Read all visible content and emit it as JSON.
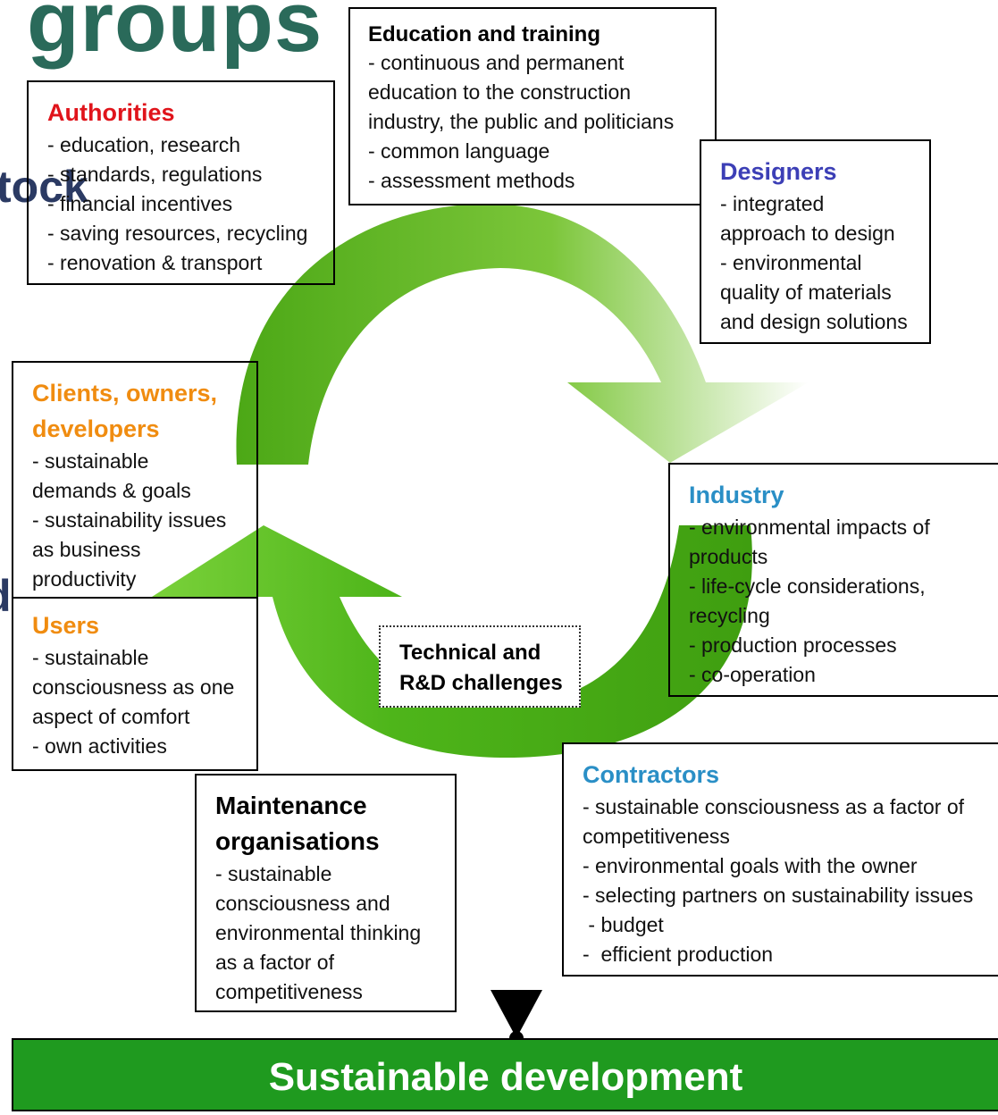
{
  "background_titles": {
    "main": "groups",
    "stock": "tock",
    "partial": "d"
  },
  "colors": {
    "authorities": "#e0141b",
    "designers": "#3c3fb6",
    "clients": "#f08c10",
    "users": "#f08c10",
    "industry": "#2a8fc6",
    "contractors": "#2a8fc6",
    "title": "#2a6a5a",
    "bar": "#1f9a1f",
    "arrow": "#4cbb17"
  },
  "education": {
    "title": "Education and training",
    "lines": [
      "- continuous and permanent",
      "education to the construction",
      "industry, the public and politicians",
      "- common language",
      "- assessment methods"
    ]
  },
  "authorities": {
    "title": "Authorities",
    "lines": [
      "- education, research",
      "- standards, regulations",
      "- financial incentives",
      "- saving resources, recycling",
      "- renovation & transport"
    ]
  },
  "designers": {
    "title": "Designers",
    "lines": [
      "- integrated",
      "approach to design",
      "- environmental",
      "quality of materials",
      "and design solutions"
    ]
  },
  "clients": {
    "title_1": "Clients, owners,",
    "title_2": "developers",
    "lines": [
      "- sustainable",
      "demands & goals",
      "- sustainability issues",
      "as business",
      "productivity"
    ]
  },
  "users": {
    "title": "Users",
    "lines": [
      "- sustainable",
      "consciousness as one",
      "aspect of comfort",
      "- own activities"
    ]
  },
  "industry": {
    "title": "Industry",
    "lines": [
      "- environmental impacts of",
      "products",
      "- life-cycle considerations,",
      "recycling",
      "- production processes",
      "- co-operation"
    ]
  },
  "rd": {
    "line_1": "Technical and",
    "line_2": "R&D challenges"
  },
  "maintenance": {
    "title_1": "Maintenance",
    "title_2": "organisations",
    "lines": [
      "- sustainable",
      "consciousness and",
      "environmental thinking",
      "as a factor of",
      "competitiveness"
    ]
  },
  "contractors": {
    "title": "Contractors",
    "lines": [
      "- sustainable consciousness as a factor of",
      "competitiveness",
      "- environmental goals with the owner",
      "- selecting partners on sustainability issues",
      " - budget",
      "-  efficient production"
    ]
  },
  "outcome": {
    "label": "Sustainable development"
  }
}
